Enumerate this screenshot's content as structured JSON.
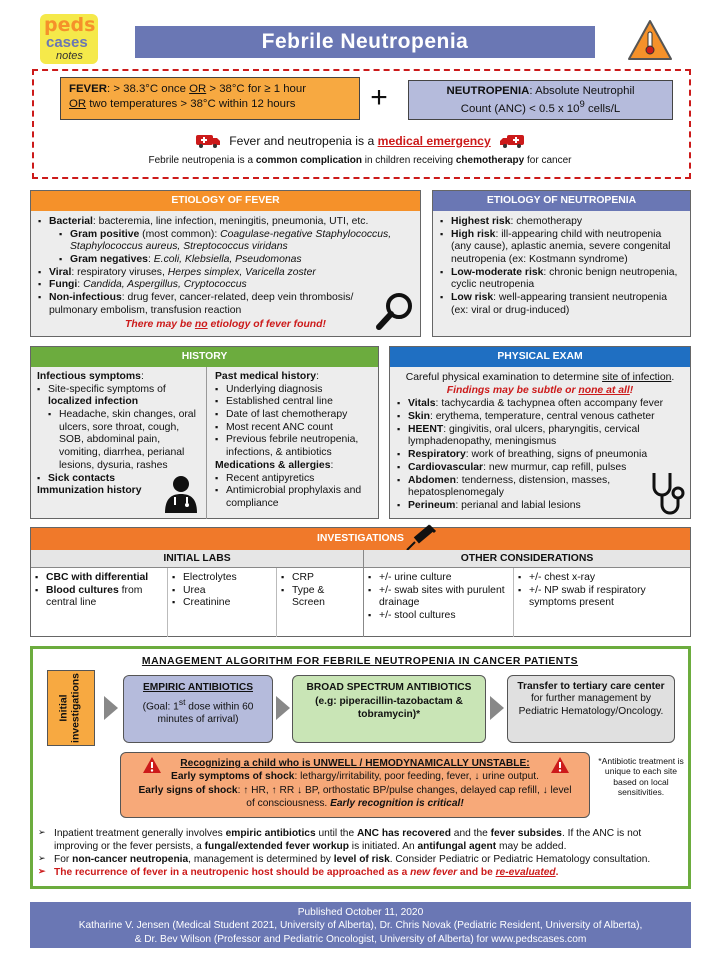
{
  "logo": {
    "line1": "peds",
    "line2": "cases",
    "line3": "notes"
  },
  "title": "Febrile Neutropenia",
  "colors": {
    "orange": "#f5912a",
    "purple": "#6a77b4",
    "green": "#6cac3e",
    "blue": "#1f6fc2",
    "red": "#cc1a1a"
  },
  "fever": {
    "label": "FEVER",
    "t1": ": > 38.3°C once ",
    "or1": "OR",
    "t2": " > 38°C for ≥ 1 hour",
    "or2": "OR",
    "t3": " two temperatures > 38°C within 12 hours"
  },
  "plus": "+",
  "neutropenia": {
    "label": "NEUTROPENIA",
    "t1": ": Absolute Neutrophil",
    "t2": "Count (ANC) < 0.5 x 10",
    "sup": "9",
    "t3": " cells/L"
  },
  "emergency": {
    "pre": "Fever and neutropenia is a ",
    "red": "medical emergency"
  },
  "common": {
    "t1": "Febrile neutropenia is a ",
    "b1": "common complication",
    "t2": " in children receiving ",
    "b2": "chemotherapy",
    "t3": " for cancer"
  },
  "etiology_fever": {
    "heading": "ETIOLOGY OF FEVER",
    "bact_b": "Bacterial",
    "bact": ": bacteremia, line infection, meningitis, pneumonia, UTI, etc.",
    "gp_b": "Gram positive",
    "gp": " (most common): ",
    "gp_i": "Coagulase-negative Staphylococcus, Staphylococcus aureus, Streptococcus viridans",
    "gn_b": "Gram negatives",
    "gn": ": ",
    "gn_i": "E.coli, Klebsiella, Pseudomonas",
    "viral_b": "Viral",
    "viral": ": respiratory viruses, ",
    "viral_i": "Herpes simplex, Varicella zoster",
    "fungi_b": "Fungi",
    "fungi": ": ",
    "fungi_i": "Candida, Aspergillus, Cryptococcus",
    "nonin_b": "Non-infectious",
    "nonin": ": drug fever, cancer-related, deep vein thrombosis/ pulmonary embolism, transfusion reaction",
    "note1": "There may be ",
    "note_u": "no",
    "note2": " etiology of fever found!"
  },
  "etiology_neutropenia": {
    "heading": "ETIOLOGY OF NEUTROPENIA",
    "items": [
      {
        "b": "Highest risk",
        "t": ": chemotherapy"
      },
      {
        "b": "High risk",
        "t": ": ill-appearing child with neutropenia (any cause), aplastic anemia, severe congenital neutropenia (ex: Kostmann syndrome)"
      },
      {
        "b": "Low-moderate risk",
        "t": ": chronic benign neutropenia, cyclic neutropenia"
      },
      {
        "b": "Low risk",
        "t": ": well-appearing transient neutropenia (ex: viral or drug-induced)"
      }
    ]
  },
  "history": {
    "heading": "HISTORY",
    "inf_b": "Infectious symptoms",
    "inf": ":",
    "site": "Site-specific symptoms of ",
    "site_b": "localized infection",
    "symptoms": "Headache, skin changes, oral ulcers, sore throat, cough, SOB, abdominal pain, vomiting, diarrhea, perianal lesions, dysuria, rashes",
    "sick": "Sick contacts",
    "immun": "Immunization history",
    "pmh_b": "Past medical history",
    "pmh": ":",
    "pmh_items": [
      "Underlying diagnosis",
      "Established central line",
      "Date of last chemotherapy",
      "Most recent ANC count",
      "Previous febrile neutropenia, infections, & antibiotics"
    ],
    "med_b": "Medications & allergies",
    "med": ":",
    "med_items": [
      "Recent antipyretics",
      "Antimicrobial prophylaxis and compliance"
    ]
  },
  "exam": {
    "heading": "PHYSICAL EXAM",
    "intro1": "Careful physical examination to determine ",
    "intro_u": "site of infection",
    "intro2": ".",
    "find1": "Findings may be subtle or ",
    "find_u": "none at all",
    "find2": "!",
    "items": [
      {
        "b": "Vitals",
        "t": ": tachycardia & tachypnea often accompany fever"
      },
      {
        "b": "Skin",
        "t": ": erythema, temperature, central venous catheter"
      },
      {
        "b": "HEENT",
        "t": ": gingivitis, oral ulcers, pharyngitis, cervical lymphadenopathy, meningismus"
      },
      {
        "b": "Respiratory",
        "t": ": work of breathing, signs of pneumonia"
      },
      {
        "b": "Cardiovascular",
        "t": ": new murmur, cap refill, pulses"
      },
      {
        "b": "Abdomen",
        "t": ": tenderness, distension, masses, hepatosplenomegaly"
      },
      {
        "b": "Perineum",
        "t": ": perianal and labial lesions"
      }
    ]
  },
  "investigations": {
    "heading": "INVESTIGATIONS",
    "initial": "INITIAL LABS",
    "other": "OTHER CONSIDERATIONS",
    "cbc": "CBC with differential",
    "blood_b": "Blood cultures",
    "blood": " from central line",
    "col2": [
      "Electrolytes",
      "Urea",
      "Creatinine"
    ],
    "col3": [
      "CRP",
      "Type & Screen"
    ],
    "col4": [
      "+/- urine culture",
      "+/- swab sites with purulent drainage",
      "+/- stool cultures"
    ],
    "col5": [
      "+/- chest x-ray",
      "+/- NP swab if respiratory symptoms present"
    ]
  },
  "management": {
    "title": "MANAGEMENT ALGORITHM FOR FEBRILE NEUTROPENIA IN CANCER PATIENTS",
    "initial": "Initial investigations",
    "empiric_t": "EMPIRIC ANTIBIOTICS",
    "empiric_g1": "(Goal: 1",
    "empiric_sup": "st",
    "empiric_g2": " dose within 60 minutes of arrival)",
    "broad_t": "BROAD SPECTRUM ANTIBIOTICS",
    "broad_e": "(e.g: piperacillin-tazobactam & tobramycin)*",
    "transfer_b": "Transfer to tertiary care center",
    "transfer": " for further management by Pediatric Hematology/Oncology.",
    "unwell": "Recognizing a child who is UNWELL / HEMODYNAMICALLY UNSTABLE:",
    "early_sym_b": "Early symptoms of shock",
    "early_sym": ": lethargy/irritability, poor feeding, fever, ↓ urine output.",
    "early_sig_b": "Early signs of shock",
    "early_sig": ": ↑ HR, ↑ RR ↓ BP, orthostatic BP/pulse changes, delayed cap refill, ↓ level of consciousness. ",
    "early_rec": "Early recognition is critical!",
    "footnote": "*Antibiotic treatment is unique to each site based on local sensitivities."
  },
  "notes": {
    "n1a": "Inpatient treatment generally involves ",
    "n1b": "empiric antibiotics",
    "n1c": " until the ",
    "n1d": "ANC has recovered",
    "n1e": " and the ",
    "n1f": "fever subsides",
    "n1g": ". If the ANC is not improving or the fever persists, a ",
    "n1h": "fungal/extended fever workup",
    "n1i": " is initiated. An ",
    "n1j": "antifungal agent",
    "n1k": " may be added.",
    "n2a": "For ",
    "n2b": "non-cancer neutropenia",
    "n2c": ", management is determined by ",
    "n2d": "level of risk",
    "n2e": ". Consider Pediatric or Pediatric Hematology consultation.",
    "n3a": "The recurrence of fever in a neutropenic host should be approached as a ",
    "n3b": "new fever",
    "n3c": " and be ",
    "n3d": "re-evaluated",
    "n3e": "."
  },
  "footer": {
    "published": "Published October 11, 2020",
    "authors1": "Katharine V. Jensen (Medical Student 2021, University of Alberta), Dr. Chris Novak (Pediatric Resident, University of Alberta),",
    "authors2": "& Dr. Bev Wilson (Professor and Pediatric Oncologist, University of Alberta) for www.pedscases.com"
  }
}
